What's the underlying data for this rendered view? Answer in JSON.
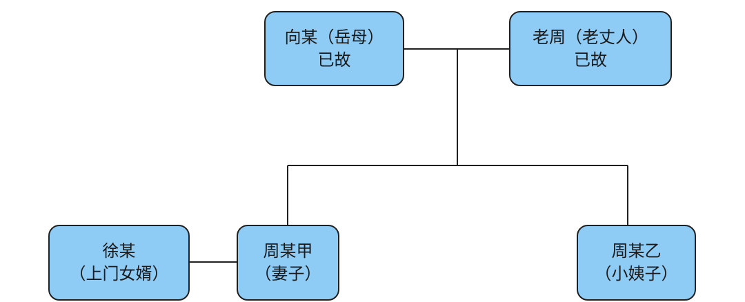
{
  "nodes": {
    "mother": {
      "name": "向某（岳母）",
      "status": "已故"
    },
    "father": {
      "name": "老周（老丈人）",
      "status": "已故"
    },
    "husband": {
      "name": "徐某",
      "role": "（上门女婿）"
    },
    "wife": {
      "name": "周某甲",
      "role": "（妻子）"
    },
    "sister": {
      "name": "周某乙",
      "role": "（小姨子）"
    }
  },
  "colors": {
    "node_fill": "#8ecbf5",
    "node_border": "#1f1f1f",
    "line": "#1f1f1f"
  }
}
